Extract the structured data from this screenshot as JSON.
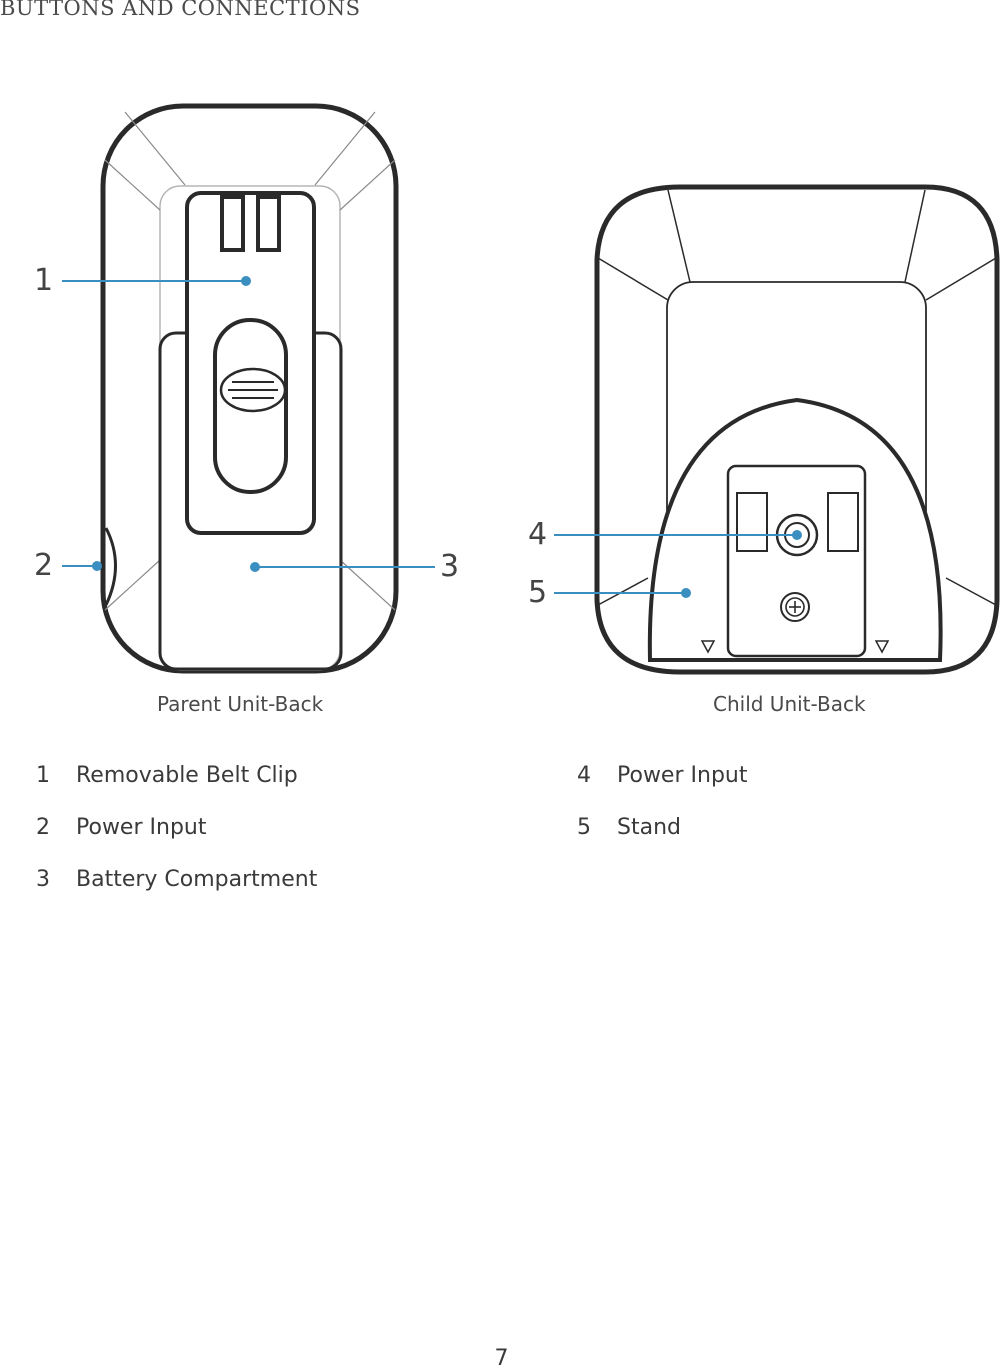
{
  "section_title": "BUTTONS AND CONNECTIONS",
  "parent_caption": "Parent Unit-Back",
  "child_caption": "Child Unit-Back",
  "callouts": [
    "1",
    "2",
    "3",
    "4",
    "5"
  ],
  "legend_left": [
    {
      "num": "1",
      "label": "Removable Belt Clip"
    },
    {
      "num": "2",
      "label": "Power Input"
    },
    {
      "num": "3",
      "label": "Battery Compartment"
    }
  ],
  "legend_right": [
    {
      "num": "4",
      "label": "Power Input"
    },
    {
      "num": "5",
      "label": "Stand"
    }
  ],
  "page_number": "7",
  "colors": {
    "callout_line": "#3a8fc0",
    "outline": "#2a2a2a",
    "light_line": "#9a9a9a"
  }
}
